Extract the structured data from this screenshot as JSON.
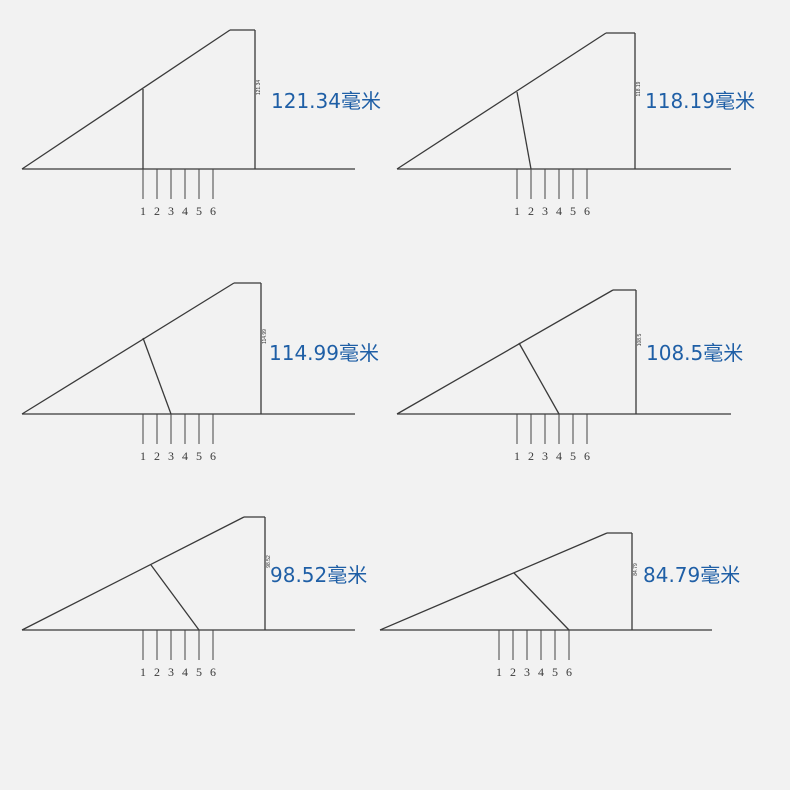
{
  "colors": {
    "background": "#f2f2f2",
    "line": "#3a3a3a",
    "measure_text": "#1f5fa6"
  },
  "panels": [
    {
      "measurement": "121.34毫米",
      "dimension": "121.34",
      "tick_labels": [
        "1",
        "2",
        "3",
        "4",
        "5",
        "6"
      ],
      "strut_lands_at_tick": 1
    },
    {
      "measurement": "118.19毫米",
      "dimension": "118.19",
      "tick_labels": [
        "1",
        "2",
        "3",
        "4",
        "5",
        "6"
      ],
      "strut_lands_at_tick": 2
    },
    {
      "measurement": "114.99毫米",
      "dimension": "114.99",
      "tick_labels": [
        "1",
        "2",
        "3",
        "4",
        "5",
        "6"
      ],
      "strut_lands_at_tick": 3
    },
    {
      "measurement": "108.5毫米",
      "dimension": "108.5",
      "tick_labels": [
        "1",
        "2",
        "3",
        "4",
        "5",
        "6"
      ],
      "strut_lands_at_tick": 4
    },
    {
      "measurement": "98.52毫米",
      "dimension": "98.52",
      "tick_labels": [
        "1",
        "2",
        "3",
        "4",
        "5",
        "6"
      ],
      "strut_lands_at_tick": 5
    },
    {
      "measurement": "84.79毫米",
      "dimension": "84.79",
      "tick_labels": [
        "1",
        "2",
        "3",
        "4",
        "5",
        "6"
      ],
      "strut_lands_at_tick": 6
    }
  ]
}
